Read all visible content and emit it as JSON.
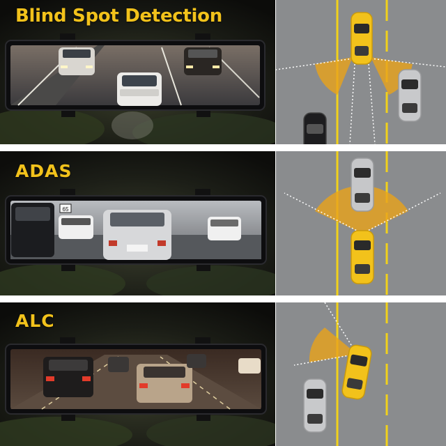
{
  "panels": [
    {
      "title": "Blind Spot Detection",
      "feature": "blind-spot-detection"
    },
    {
      "title": "ADAS",
      "feature": "adas"
    },
    {
      "title": "ALC",
      "feature": "alc"
    }
  ],
  "mirror_screens": {
    "blind_spot": {
      "plate_text": ""
    },
    "adas": {
      "sign_text": "65",
      "rear_plate": ""
    },
    "alc": {
      "plate_text": ""
    }
  },
  "colors": {
    "title_yellow": "#f2c21b",
    "car_yellow": "#f2c21b",
    "lane_line": "#f2d21a",
    "road": "#8a8c8e",
    "sensor_zone": "#e8a21a"
  }
}
